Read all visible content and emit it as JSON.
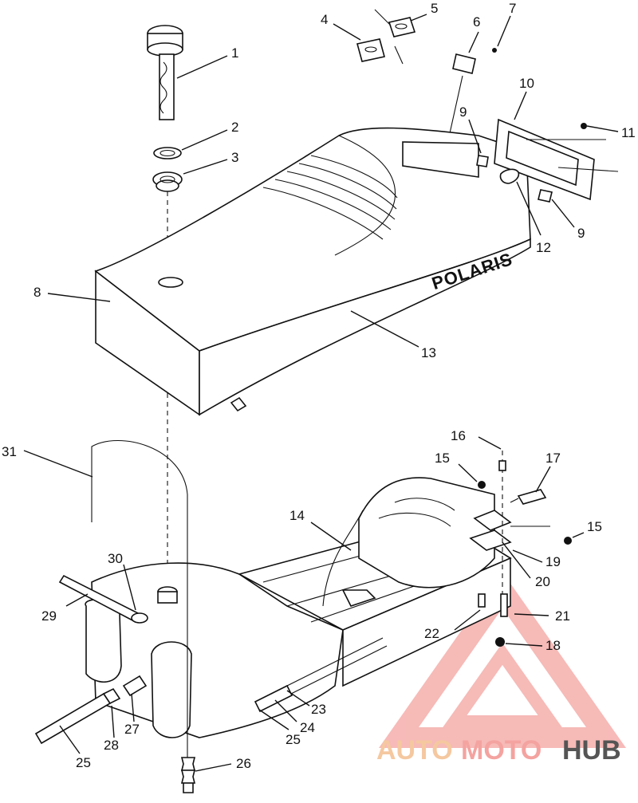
{
  "diagram": {
    "brand_text": "POLARIS",
    "callouts": [
      "1",
      "2",
      "3",
      "4",
      "5",
      "6",
      "7",
      "8",
      "9",
      "9",
      "10",
      "11",
      "12",
      "13",
      "14",
      "15",
      "15",
      "16",
      "17",
      "18",
      "19",
      "20",
      "21",
      "22",
      "23",
      "24",
      "25",
      "25",
      "26",
      "27",
      "28",
      "29",
      "30",
      "31"
    ]
  },
  "watermark": {
    "word_auto": "AUTO",
    "word_moto": "MOTO",
    "word_hub": "HUB",
    "colors": {
      "primary": "#f4a3a0",
      "secondary": "#f5c8a0",
      "dark": "#555555"
    }
  }
}
